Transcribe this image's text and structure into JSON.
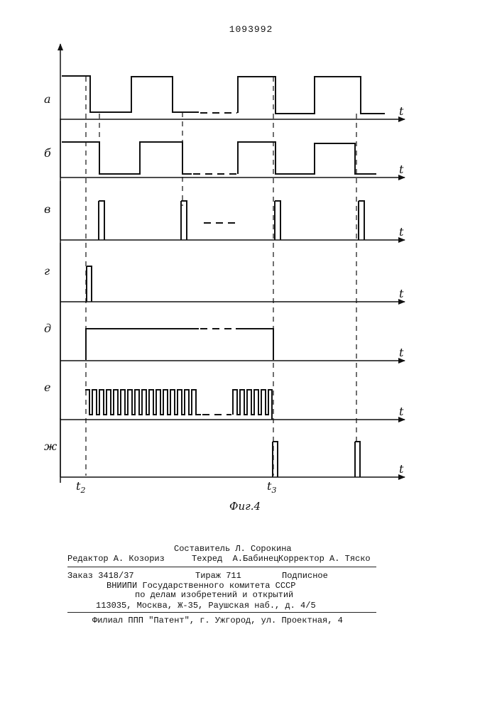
{
  "patent_number": "1093992",
  "figure": {
    "caption": "Фиг.4",
    "axis_label": "t",
    "signal_labels": [
      "а",
      "б",
      "в",
      "г",
      "д",
      "е",
      "ж"
    ],
    "time_markers": [
      {
        "letter": "t",
        "sub": "2"
      },
      {
        "letter": "t",
        "sub": "3"
      }
    ]
  },
  "imprint": {
    "compiler": "Составитель Л. Сорокина",
    "editor": "Редактор А. Козориз",
    "techred": "Техред  А.Бабинец",
    "corrector": "Корректор А. Тяско",
    "order": "Заказ 3418/37",
    "circulation": "Тираж 711",
    "subscription": "Подписное",
    "org_line1": "ВНИИПИ Государственного комитета СССР",
    "org_line2": "по делам изобретений и открытий",
    "address": "113035, Москва, Ж-35, Раушская наб., д. 4/5",
    "branch": "Филиал ППП \"Патент\", г. Ужгород, ул. Проектная, 4"
  }
}
